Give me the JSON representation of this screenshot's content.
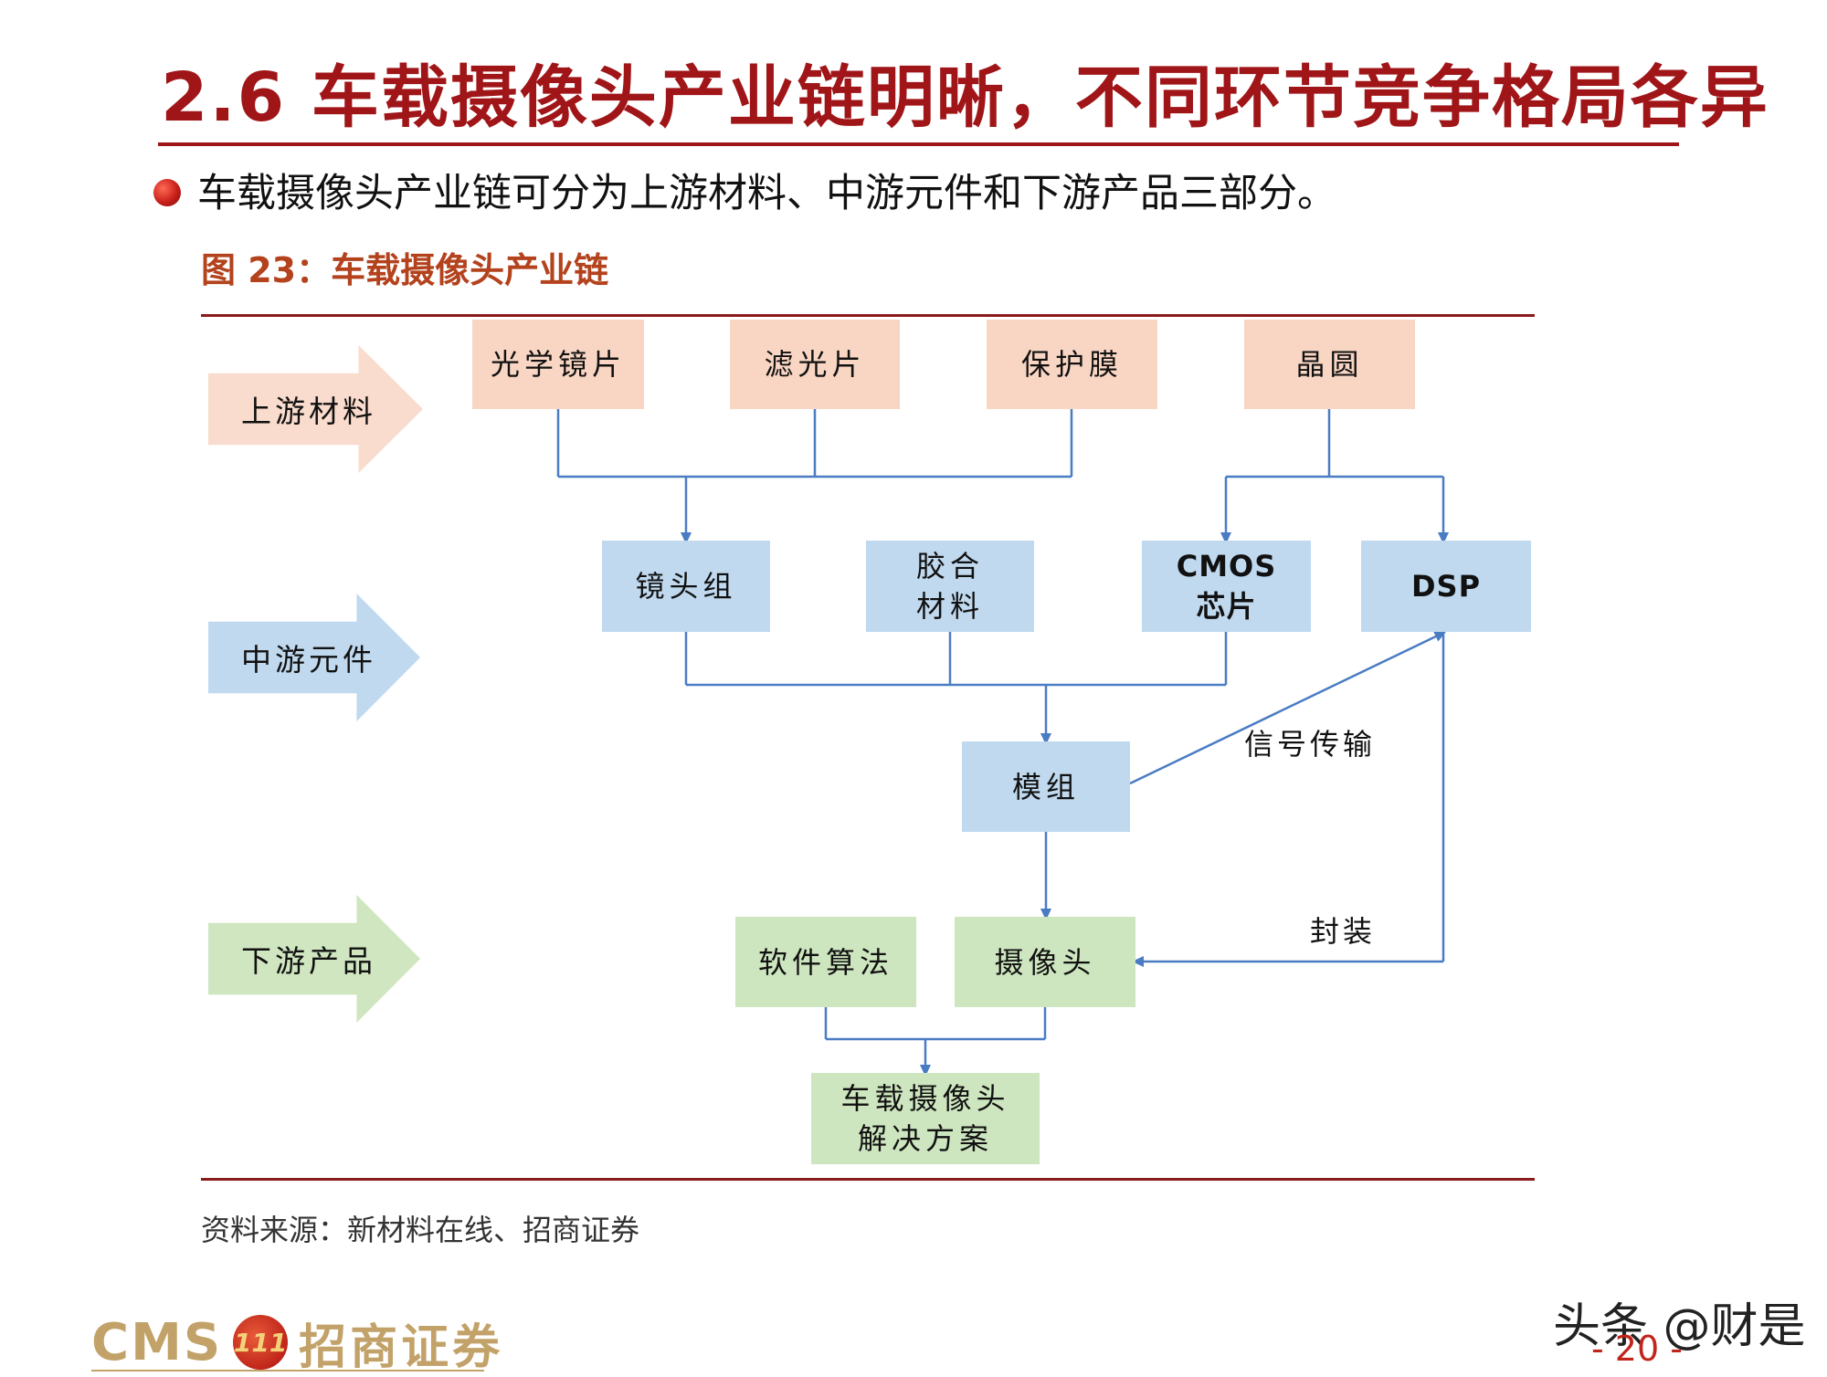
{
  "header": {
    "title": "2.6 车载摄像头产业链明晰，不同环节竞争格局各异",
    "bullet": "车载摄像头产业链可分为上游材料、中游元件和下游产品三部分。"
  },
  "figure": {
    "caption": "图 23：车载摄像头产业链",
    "stages": {
      "upstream": "上游材料",
      "midstream": "中游元件",
      "downstream": "下游产品"
    },
    "nodes": {
      "optical_lens": "光学镜片",
      "filter": "滤光片",
      "protective_film": "保护膜",
      "wafer": "晶圆",
      "lens_group": "镜头组",
      "adhesive": "胶合\n材料",
      "cmos": "CMOS\n芯片",
      "dsp": "DSP",
      "module": "模组",
      "software": "软件算法",
      "camera": "摄像头",
      "solution": "车载摄像头\n解决方案"
    },
    "edge_labels": {
      "signal": "信号传输",
      "packaging": "封装"
    },
    "colors": {
      "upstream": "#f9d6c4",
      "midstream": "#c0d9ef",
      "downstream": "#cde6bf",
      "connector": "#4a7cc4"
    },
    "source": "资料来源：新材料在线、招商证券"
  },
  "footer": {
    "logo_cms": "CMS",
    "logo_emblem": "111",
    "logo_cn": "招商证券",
    "watermark": "头条 @财是",
    "page_number": "- 20 -"
  }
}
